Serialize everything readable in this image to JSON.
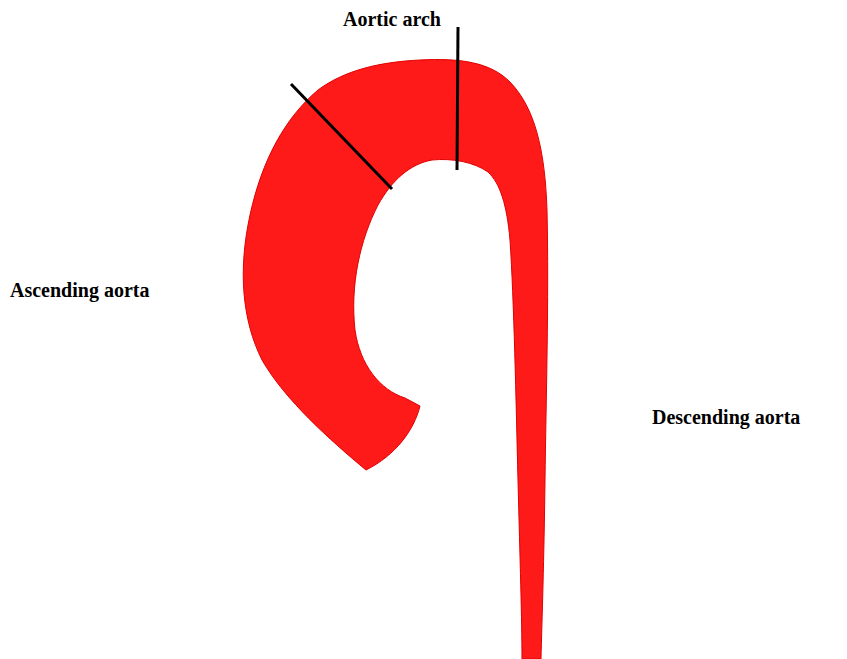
{
  "diagram": {
    "labels": [
      "Aortic arch",
      "Ascending aorta",
      "Descending aorta"
    ]
  }
}
